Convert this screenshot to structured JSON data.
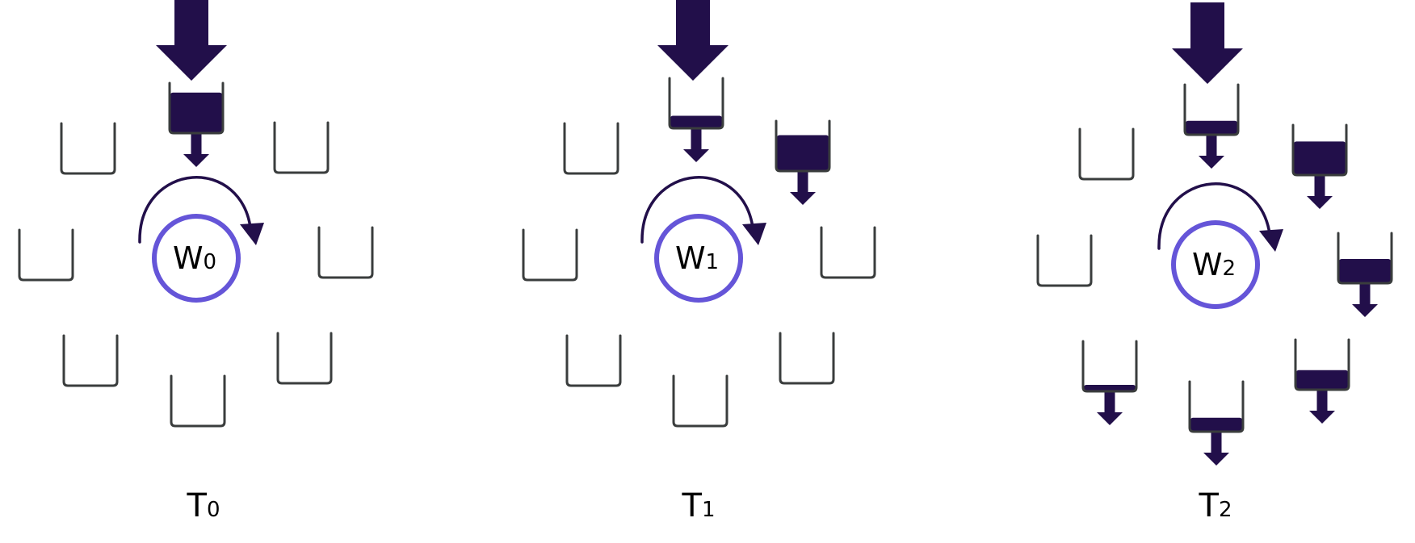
{
  "colors": {
    "fill": "#220f4a",
    "bucket_stroke": "#3a3d3d",
    "ring": "#6555d8",
    "text": "#000000"
  },
  "panels": [
    {
      "time": {
        "main": "T",
        "sub": "0"
      },
      "worker": {
        "main": "W",
        "sub": "0"
      },
      "buckets": [
        {
          "slot": "top",
          "fill_level": 0.85,
          "outflow": true
        },
        {
          "slot": "top-right",
          "fill_level": 0,
          "outflow": false
        },
        {
          "slot": "right",
          "fill_level": 0,
          "outflow": false
        },
        {
          "slot": "bottom-right",
          "fill_level": 0,
          "outflow": false
        },
        {
          "slot": "bottom",
          "fill_level": 0,
          "outflow": false
        },
        {
          "slot": "bottom-left",
          "fill_level": 0,
          "outflow": false
        },
        {
          "slot": "left",
          "fill_level": 0,
          "outflow": false
        },
        {
          "slot": "top-left",
          "fill_level": 0,
          "outflow": false
        }
      ]
    },
    {
      "time": {
        "main": "T",
        "sub": "1"
      },
      "worker": {
        "main": "W",
        "sub": "1"
      },
      "buckets": [
        {
          "slot": "top",
          "fill_level": 0.25,
          "outflow": true
        },
        {
          "slot": "top-right",
          "fill_level": 0.75,
          "outflow": true
        },
        {
          "slot": "right",
          "fill_level": 0,
          "outflow": false
        },
        {
          "slot": "bottom-right",
          "fill_level": 0,
          "outflow": false
        },
        {
          "slot": "bottom",
          "fill_level": 0,
          "outflow": false
        },
        {
          "slot": "bottom-left",
          "fill_level": 0,
          "outflow": false
        },
        {
          "slot": "left",
          "fill_level": 0,
          "outflow": false
        },
        {
          "slot": "top-left",
          "fill_level": 0,
          "outflow": false
        }
      ]
    },
    {
      "time": {
        "main": "T",
        "sub": "2"
      },
      "worker": {
        "main": "W",
        "sub": "2"
      },
      "buckets": [
        {
          "slot": "top",
          "fill_level": 0.28,
          "outflow": true
        },
        {
          "slot": "top-right",
          "fill_level": 0.7,
          "outflow": true
        },
        {
          "slot": "right",
          "fill_level": 0.5,
          "outflow": true
        },
        {
          "slot": "bottom-right",
          "fill_level": 0.4,
          "outflow": true
        },
        {
          "slot": "bottom",
          "fill_level": 0.28,
          "outflow": true
        },
        {
          "slot": "bottom-left",
          "fill_level": 0.12,
          "outflow": true
        },
        {
          "slot": "left",
          "fill_level": 0,
          "outflow": false
        },
        {
          "slot": "top-left",
          "fill_level": 0,
          "outflow": false
        }
      ]
    }
  ]
}
